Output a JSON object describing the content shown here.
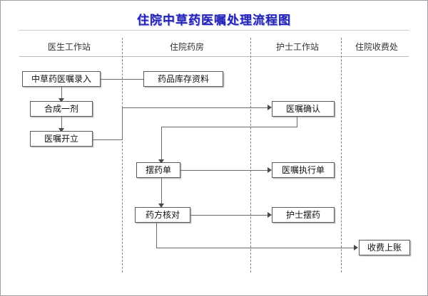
{
  "diagram": {
    "title": "住院中草药医嘱处理流程图",
    "accent_color": "#2323b8",
    "node_border_color": "#5a5a5a",
    "connector_color": "#6b6b6b",
    "lane_divider_style": "dashed",
    "lanes": [
      {
        "label": "医生工作站"
      },
      {
        "label": "住院药房"
      },
      {
        "label": "护士工作站"
      },
      {
        "label": "住院收费处"
      }
    ],
    "nodes": [
      {
        "id": "n1",
        "label": "中草药医嘱录入",
        "lane": "医生工作站"
      },
      {
        "id": "n2",
        "label": "药品库存资料",
        "lane": "住院药房"
      },
      {
        "id": "n3",
        "label": "合成一剂",
        "lane": "医生工作站"
      },
      {
        "id": "n4",
        "label": "医嘱确认",
        "lane": "护士工作站"
      },
      {
        "id": "n5",
        "label": "医嘱开立",
        "lane": "医生工作站"
      },
      {
        "id": "n6",
        "label": "摆药单",
        "lane": "住院药房"
      },
      {
        "id": "n7",
        "label": "医嘱执行单",
        "lane": "护士工作站"
      },
      {
        "id": "n8",
        "label": "药方核对",
        "lane": "住院药房"
      },
      {
        "id": "n9",
        "label": "护士摆药",
        "lane": "护士工作站"
      },
      {
        "id": "n10",
        "label": "收费上账",
        "lane": "住院收费处"
      }
    ],
    "edges": [
      {
        "from": "n2",
        "to": "n1",
        "direction": "left"
      },
      {
        "from": "n1",
        "to": "n3",
        "direction": "down"
      },
      {
        "from": "n3",
        "to": "n5",
        "direction": "down"
      },
      {
        "from": "n5",
        "to": "n4",
        "direction": "right"
      },
      {
        "from": "n4",
        "to": "n6",
        "direction": "down-left"
      },
      {
        "from": "n6",
        "to": "n7",
        "direction": "right"
      },
      {
        "from": "n6",
        "to": "n8",
        "direction": "down"
      },
      {
        "from": "n8",
        "to": "n9",
        "direction": "right"
      },
      {
        "from": "n8",
        "to": "n10",
        "direction": "down-right"
      }
    ]
  }
}
